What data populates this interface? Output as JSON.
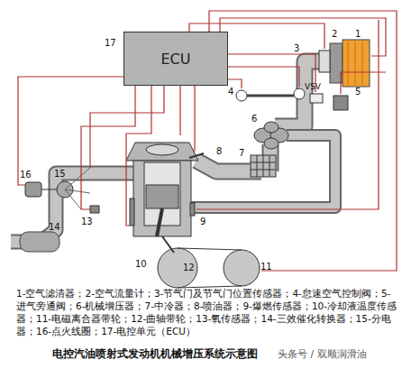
{
  "diagram": {
    "title": "电控汽油喷射式发动机机械增压系统示意图",
    "nodes": [
      {
        "text": [
          "ECU"
        ]
      }
    ],
    "labels": [
      "1",
      "2",
      "3",
      "VSV",
      "4",
      "5",
      "6",
      "7",
      "8",
      "9",
      "10",
      "11",
      "12",
      "13",
      "14",
      "15",
      "16",
      "17",
      "1-空气滤清器；2-空气流量计；3-节气门及节气门位置传感器；4-怠速空气控制阀；5-进气旁通阀；6-机械增压器；7-中冷器；8-喷油器；9-爆燃传感器；10-冷却液温度传感器；11-电磁离合器带轮；12-曲轴带轮；13-氧传感器；14-三效催化转换器；15-分电器；16-点火线圈；17-电控单元（ECU）",
      "头条号 / 双顺润滑油"
    ]
  }
}
